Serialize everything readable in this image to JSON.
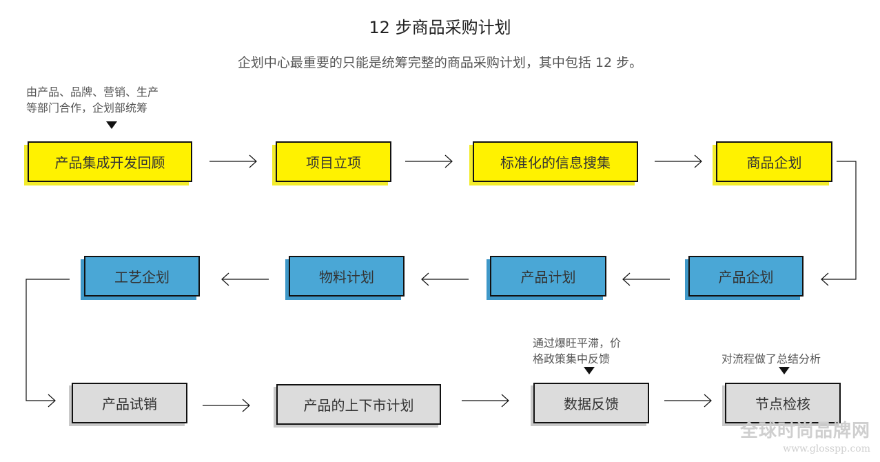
{
  "title": "12 步商品采购计划",
  "subtitle": "企划中心最重要的只能是统筹完整的商品采购计划，其中包括 12 步。",
  "notes": [
    {
      "id": "note-1",
      "lines": [
        "由产品、品牌、营销、生产",
        "等部门合作，企划部统筹"
      ]
    },
    {
      "id": "note-2",
      "lines": [
        "通过爆旺平滞，价",
        "格政策集中反馈"
      ]
    },
    {
      "id": "note-3",
      "lines": [
        "对流程做了总结分析"
      ]
    }
  ],
  "steps": [
    {
      "label": "产品集成开发回顾",
      "color": "yellow"
    },
    {
      "label": "项目立项",
      "color": "yellow"
    },
    {
      "label": "标准化的信息搜集",
      "color": "yellow"
    },
    {
      "label": "商品企划",
      "color": "yellow"
    },
    {
      "label": "产品企划",
      "color": "blue"
    },
    {
      "label": "产品计划",
      "color": "blue"
    },
    {
      "label": "物料计划",
      "color": "blue"
    },
    {
      "label": "工艺企划",
      "color": "blue"
    },
    {
      "label": "产品试销",
      "color": "gray"
    },
    {
      "label": "产品的上下市计划",
      "color": "gray"
    },
    {
      "label": "数据反馈",
      "color": "gray"
    },
    {
      "label": "节点检核",
      "color": "gray"
    }
  ],
  "colors": {
    "yellow": "#fff200",
    "blue": "#4aa7d6",
    "gray": "#dcdcdc",
    "line": "#111111"
  },
  "watermark": {
    "line1": "全球时尚品牌网",
    "line2": "www.glosspp.com"
  }
}
